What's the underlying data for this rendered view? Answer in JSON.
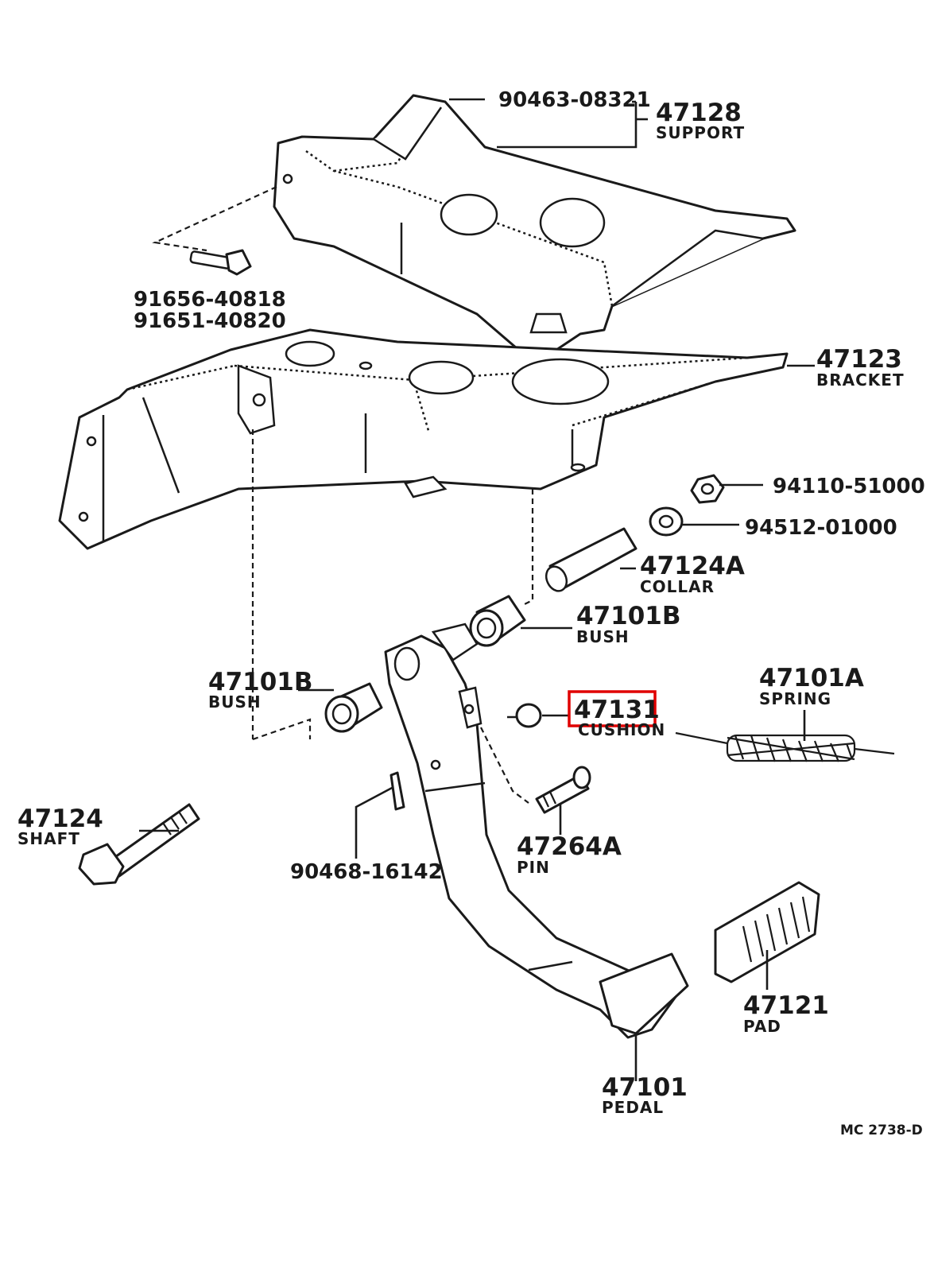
{
  "labels": {
    "screw_90463": "90463-08321",
    "support_num": "47128",
    "support_name": "SUPPORT",
    "bolt_91656": "91656-40818",
    "bolt_91651": "91651-40820",
    "bracket_num": "47123",
    "bracket_name": "BRACKET",
    "nut_94110": "94110-51000",
    "washer_94512": "94512-01000",
    "collar_num": "47124A",
    "collar_name": "COLLAR",
    "bush_right_num": "47101B",
    "bush_right_name": "BUSH",
    "bush_left_num": "47101B",
    "bush_left_name": "BUSH",
    "cushion_num": "47131",
    "cushion_name": "CUSHION",
    "spring_num": "47101A",
    "spring_name": "SPRING",
    "shaft_num": "47124",
    "shaft_name": "SHAFT",
    "clip_90468": "90468-16142",
    "pin_num": "47264A",
    "pin_name": "PIN",
    "pad_num": "47121",
    "pad_name": "PAD",
    "pedal_num": "47101",
    "pedal_name": "PEDAL",
    "diagram_ref": "MC 2738-D"
  },
  "highlight": {
    "target": "47131",
    "color": "#e00000"
  }
}
